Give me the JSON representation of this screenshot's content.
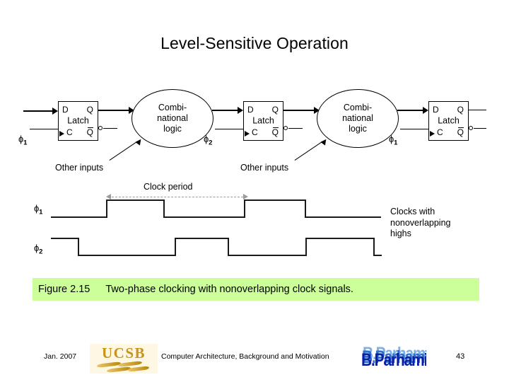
{
  "slide": {
    "title": "Level-Sensitive Operation",
    "page_number": "43"
  },
  "figure": {
    "latch_label": "Latch",
    "pin_d": "D",
    "pin_q": "Q",
    "pin_c": "C",
    "pin_qbar": "Q",
    "cloud_line1": "Combi-",
    "cloud_line2": "national",
    "cloud_line3": "logic",
    "other_inputs": "Other inputs",
    "stages": [
      {
        "type": "latch",
        "clock": "1"
      },
      {
        "type": "cloud"
      },
      {
        "type": "latch",
        "clock": "2"
      },
      {
        "type": "cloud"
      },
      {
        "type": "latch",
        "clock": "1"
      }
    ]
  },
  "timing": {
    "clock_period_label": "Clock period",
    "phi1_label": "1",
    "phi2_label": "2",
    "note_line1": "Clocks with",
    "note_line2": "nonoverlapping",
    "note_line3": "highs",
    "waveforms": [
      {
        "name": "phi1",
        "pattern": "low-high-low-high-low",
        "transitions": [
          150,
          232,
          345,
          432
        ]
      },
      {
        "name": "phi2",
        "pattern": "high-low-high-low-high",
        "transitions": [
          110,
          247,
          322,
          432,
          528
        ]
      }
    ]
  },
  "caption": {
    "figure_number": "Figure 2.15",
    "text": "Two-phase clocking with nonoverlapping clock signals.",
    "background_color": "#ccff99"
  },
  "footer": {
    "date": "Jan. 2007",
    "course": "Computer Architecture, Background and Motivation",
    "institution_logo": "UCSB",
    "author_logo": "B.Parhami"
  }
}
